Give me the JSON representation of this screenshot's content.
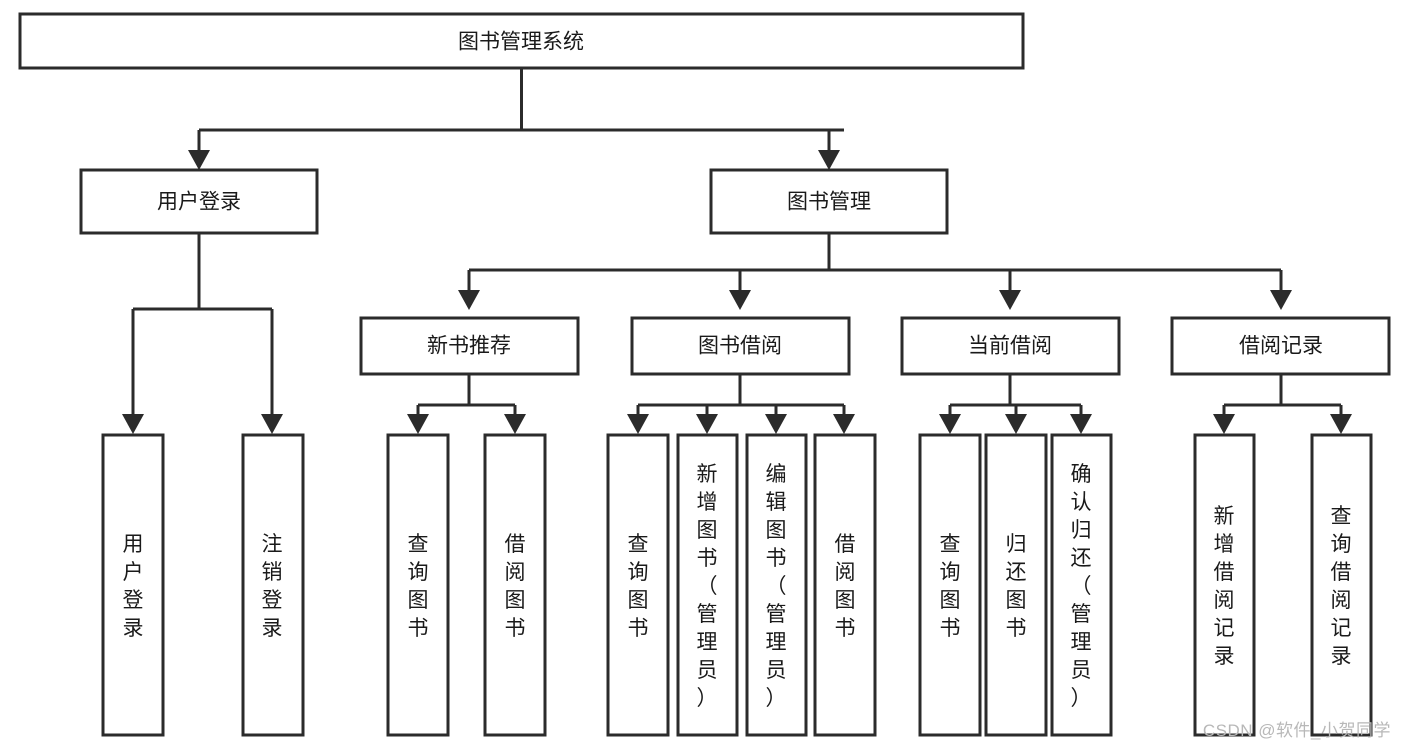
{
  "diagram": {
    "type": "tree-hierarchy",
    "title": "图书管理系统",
    "orientation": "top-down",
    "root": {
      "id": "root",
      "label": "图书管理系统",
      "text_orientation": "horizontal"
    },
    "level2": [
      {
        "id": "user-login",
        "label": "用户登录",
        "text_orientation": "horizontal"
      },
      {
        "id": "book-manage",
        "label": "图书管理",
        "text_orientation": "horizontal"
      }
    ],
    "level3": [
      {
        "id": "new-book-recommend",
        "label": "新书推荐",
        "parent": "book-manage",
        "text_orientation": "horizontal"
      },
      {
        "id": "book-borrow",
        "label": "图书借阅",
        "parent": "book-manage",
        "text_orientation": "horizontal"
      },
      {
        "id": "current-borrow",
        "label": "当前借阅",
        "parent": "book-manage",
        "text_orientation": "horizontal"
      },
      {
        "id": "borrow-record",
        "label": "借阅记录",
        "parent": "book-manage",
        "text_orientation": "horizontal"
      }
    ],
    "leaves": [
      {
        "id": "leaf-user-login",
        "label": "用户登录",
        "parent": "user-login",
        "text_orientation": "vertical"
      },
      {
        "id": "leaf-user-logout",
        "label": "注销登录",
        "parent": "user-login",
        "text_orientation": "vertical"
      },
      {
        "id": "leaf-query-book-1",
        "label": "查询图书",
        "parent": "new-book-recommend",
        "text_orientation": "vertical"
      },
      {
        "id": "leaf-borrow-book-1",
        "label": "借阅图书",
        "parent": "new-book-recommend",
        "text_orientation": "vertical"
      },
      {
        "id": "leaf-query-book-2",
        "label": "查询图书",
        "parent": "book-borrow",
        "text_orientation": "vertical"
      },
      {
        "id": "leaf-add-book",
        "label": "新增图书（管理员）",
        "parent": "book-borrow",
        "text_orientation": "vertical"
      },
      {
        "id": "leaf-edit-book",
        "label": "编辑图书（管理员）",
        "parent": "book-borrow",
        "text_orientation": "vertical"
      },
      {
        "id": "leaf-borrow-book-2",
        "label": "借阅图书",
        "parent": "book-borrow",
        "text_orientation": "vertical"
      },
      {
        "id": "leaf-query-book-3",
        "label": "查询图书",
        "parent": "current-borrow",
        "text_orientation": "vertical"
      },
      {
        "id": "leaf-return-book",
        "label": "归还图书",
        "parent": "current-borrow",
        "text_orientation": "vertical"
      },
      {
        "id": "leaf-confirm-return",
        "label": "确认归还（管理员）",
        "parent": "current-borrow",
        "text_orientation": "vertical"
      },
      {
        "id": "leaf-add-record",
        "label": "新增借阅记录",
        "parent": "borrow-record",
        "text_orientation": "vertical"
      },
      {
        "id": "leaf-query-record",
        "label": "查询借阅记录",
        "parent": "borrow-record",
        "text_orientation": "vertical"
      }
    ],
    "colors": {
      "box_stroke": "#2b2b2b",
      "box_fill": "#ffffff",
      "text": "#1a1a1a",
      "connector": "#2b2b2b",
      "background": "#ffffff",
      "watermark": "#b8b8b8"
    }
  },
  "watermark": {
    "label": "CSDN @软件_小贺同学"
  }
}
